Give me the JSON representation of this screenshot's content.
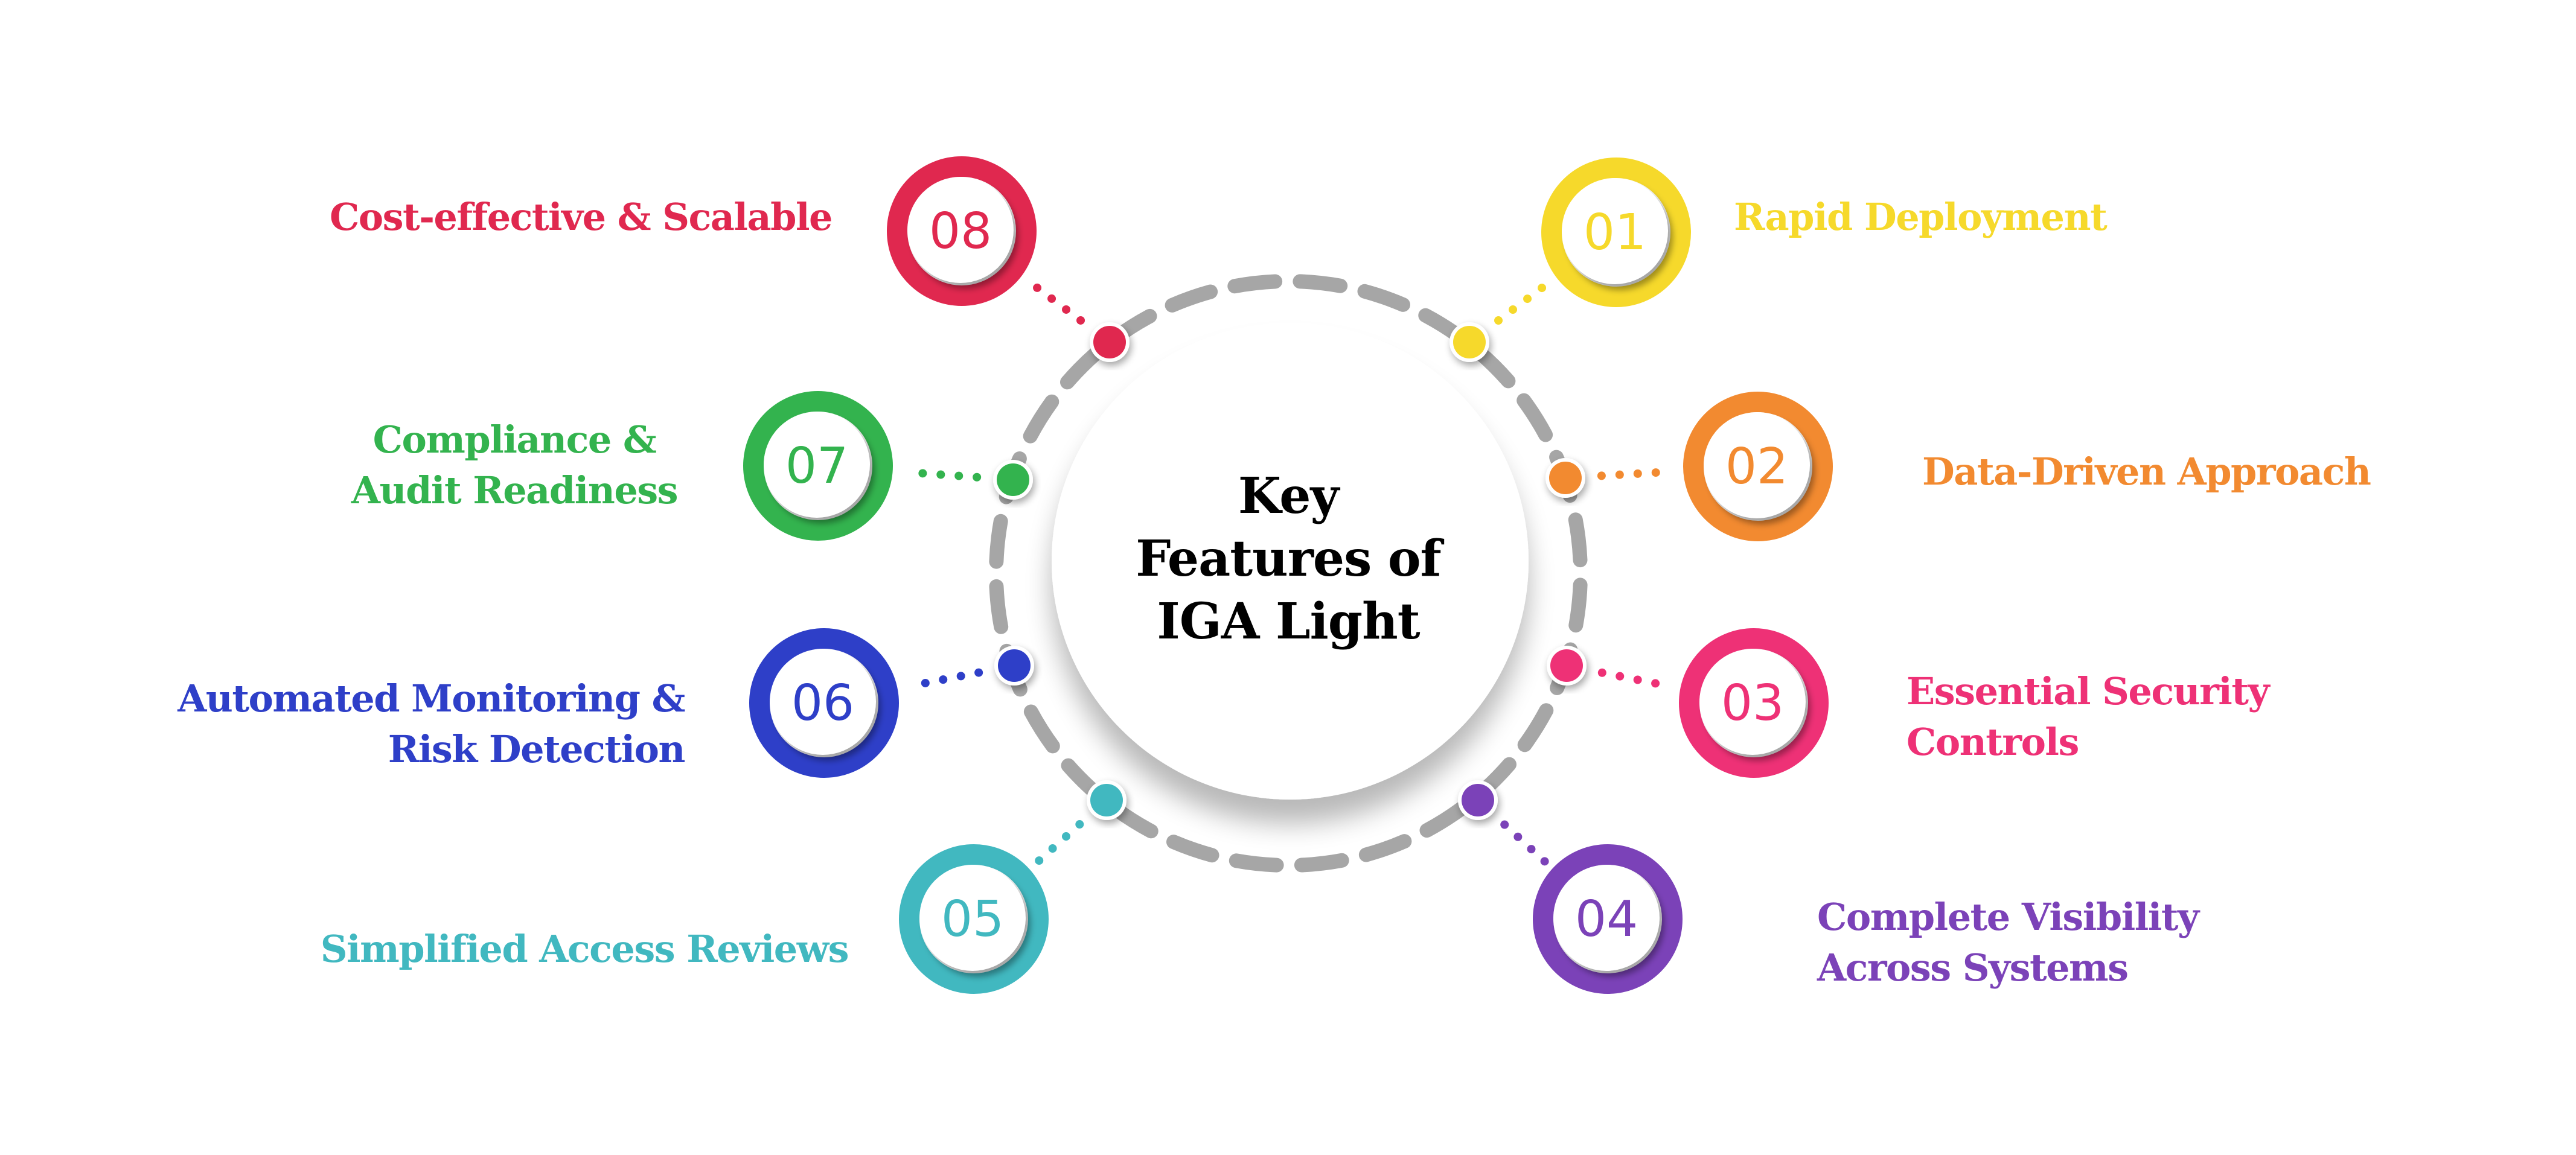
{
  "diagram": {
    "title_lines": [
      "Key",
      "Features of",
      "IGA Light"
    ],
    "ring_color": "#A6A6A6",
    "features": [
      {
        "number": "01",
        "lines": [
          "Rapid Deployment"
        ],
        "color": "#F6D92B",
        "side": "right"
      },
      {
        "number": "02",
        "lines": [
          "Data-Driven Approach"
        ],
        "color": "#F28A30",
        "side": "right"
      },
      {
        "number": "03",
        "lines": [
          "Essential Security",
          "Controls"
        ],
        "color": "#EE3176",
        "side": "right"
      },
      {
        "number": "04",
        "lines": [
          "Complete Visibility",
          "Across Systems"
        ],
        "color": "#7B42B8",
        "side": "right"
      },
      {
        "number": "05",
        "lines": [
          "Simplified Access Reviews"
        ],
        "color": "#41B8C0",
        "side": "left"
      },
      {
        "number": "06",
        "lines": [
          "Automated Monitoring &",
          "Risk Detection"
        ],
        "color": "#2E3FC8",
        "side": "left"
      },
      {
        "number": "07",
        "lines": [
          "Compliance &",
          "Audit Readiness"
        ],
        "color": "#33B34E",
        "side": "left"
      },
      {
        "number": "08",
        "lines": [
          "Cost-effective & Scalable"
        ],
        "color": "#E0284F",
        "side": "left"
      }
    ]
  }
}
